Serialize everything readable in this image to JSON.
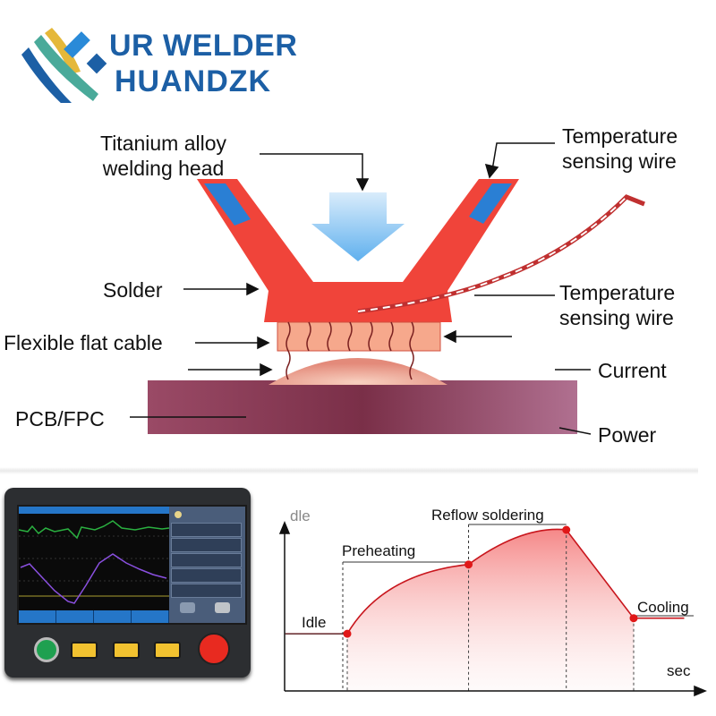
{
  "logo": {
    "line1": "UR WELDER",
    "line2": "HUANDZK"
  },
  "diagram": {
    "labels": {
      "welding_head": "Titanium alloy\nwelding head",
      "temp_wire_top": "Temperature\nsensing wire",
      "solder": "Solder",
      "temp_wire_mid": "Temperature\nsensing wire",
      "flex_cable": "Flexible flat cable",
      "current": "Current",
      "pcb": "PCB/FPC",
      "power": "Power"
    },
    "colors": {
      "head": "#f0443a",
      "pcb": "#8a3a55",
      "arrow": "#2a7fd4"
    }
  },
  "chart_data": {
    "type": "line",
    "title": "",
    "ylabel": "dle",
    "xlabel": "sec",
    "stages": [
      "Idle",
      "Preheating",
      "Reflow soldering",
      "Cooling"
    ],
    "points": [
      {
        "stage": "Idle",
        "x": 0.0,
        "y": 0.33
      },
      {
        "stage": "Preheating",
        "x": 0.36,
        "y": 0.73
      },
      {
        "stage": "Reflow soldering",
        "x": 0.65,
        "y": 0.93
      },
      {
        "stage": "Cooling",
        "x": 0.85,
        "y": 0.42
      }
    ],
    "idle_start": {
      "x": -0.15,
      "y": 0.33
    },
    "cool_end": {
      "x": 1.0,
      "y": 0.42
    },
    "line_color": "#c8161d",
    "grid": false
  }
}
